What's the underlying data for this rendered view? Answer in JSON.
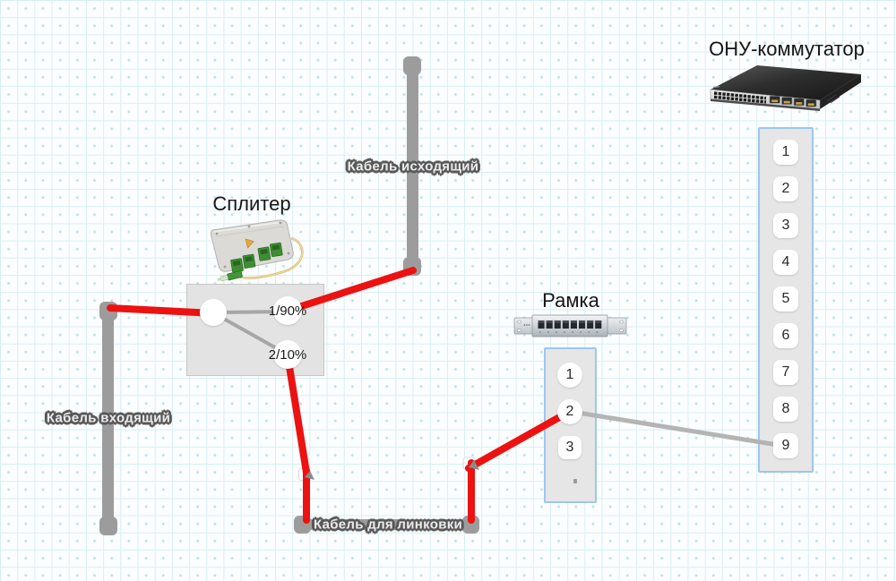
{
  "palette": {
    "background": "#fbfdfe",
    "grid_line": "#d8eef7",
    "grid_intersection": "#bce4f2",
    "connection_red": "#ec1212",
    "connection_gray": "#b4b4b4",
    "splitter_link_gray": "#a6a6a6",
    "cable_gray": "#9c9c9c",
    "node_box_fill": "#e4e4e4",
    "selection_border_blue": "#9cc6ef",
    "port_fill": "#ffffff",
    "cable_label_fill": "#ececec",
    "cable_label_outline": "#585858"
  },
  "splitter": {
    "title": "Сплитер",
    "image_icon": "fiber-splitter-photo",
    "output1_label": "1/90%",
    "output2_label": "2/10%"
  },
  "cables": {
    "outgoing": "Кабель исходящий",
    "incoming": "Кабель входящий",
    "linking": "Кабель для линковки"
  },
  "frame": {
    "title": "Рамка",
    "image_icon": "patch-panel-photo",
    "ports": [
      "1",
      "2",
      "3"
    ]
  },
  "onu": {
    "title": "ОНУ-коммутатор",
    "image_icon": "network-switch-photo",
    "ports": [
      "1",
      "2",
      "3",
      "4",
      "5",
      "6",
      "7",
      "8",
      "9"
    ]
  }
}
